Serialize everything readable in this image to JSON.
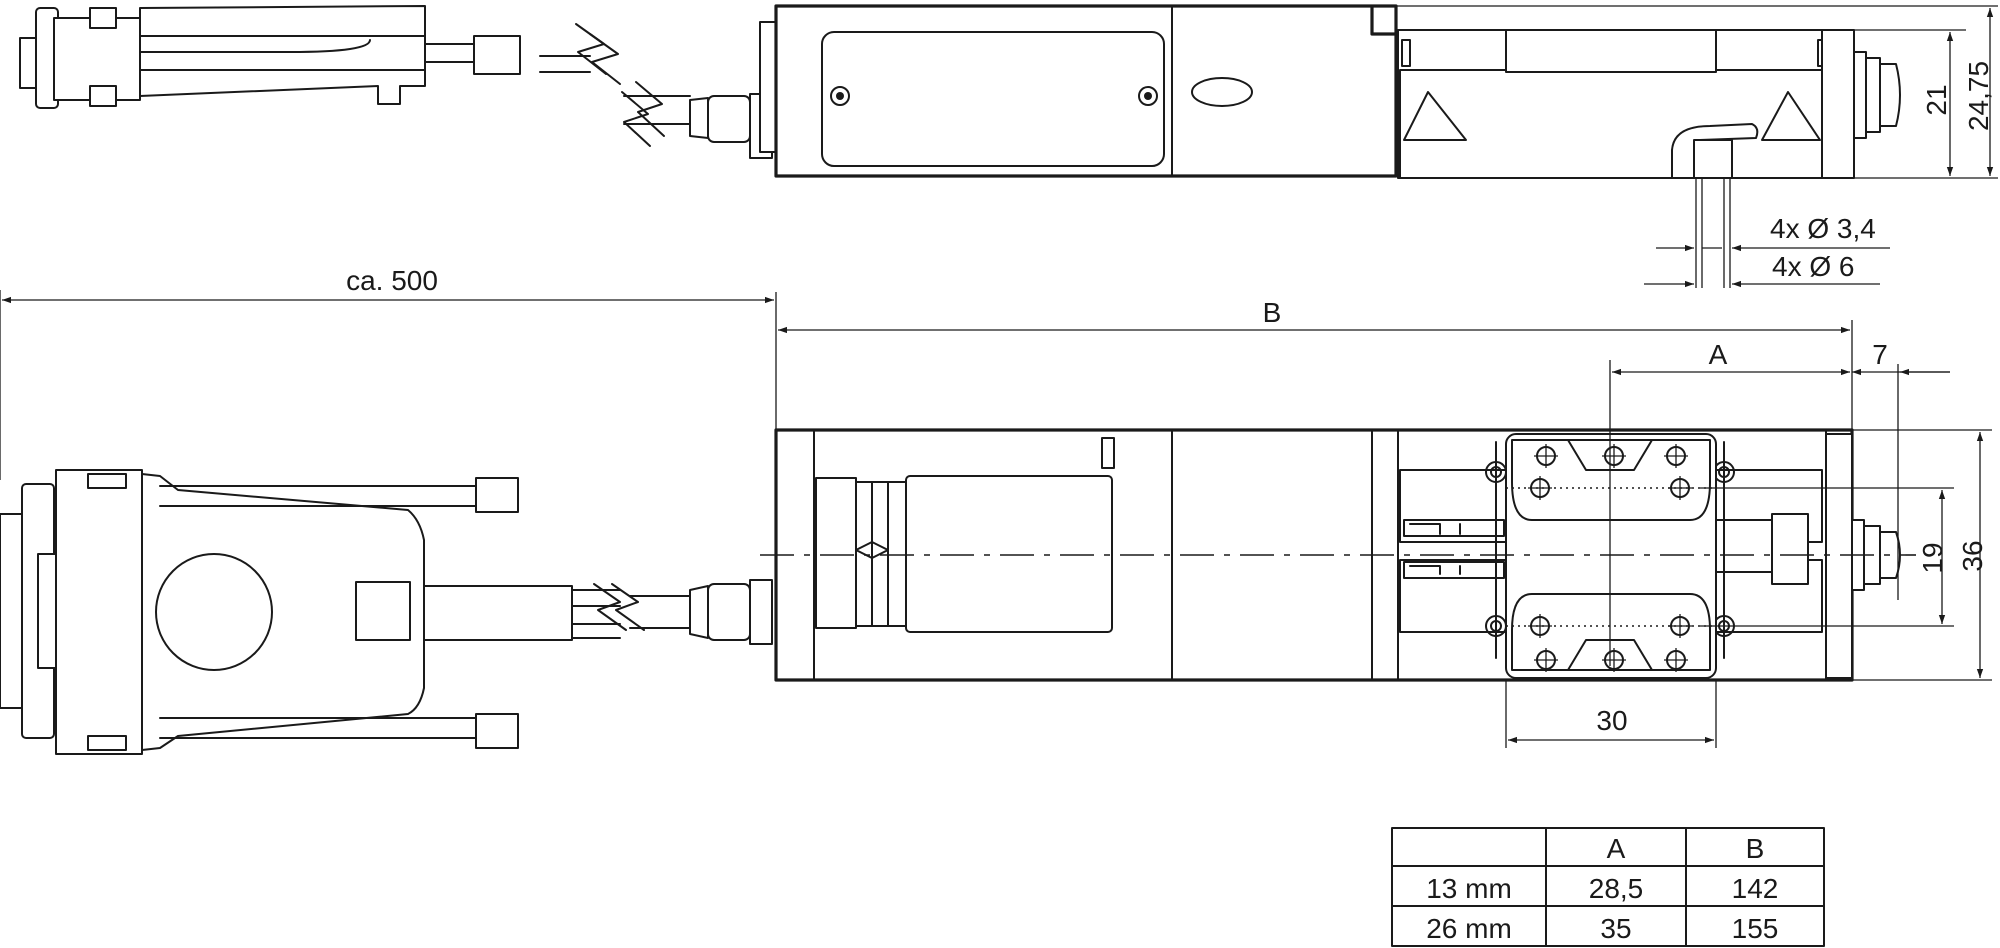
{
  "dimensions": {
    "cable_length": "ca. 500",
    "length_b": "B",
    "length_a": "A",
    "offset_7": "7",
    "height_21": "21",
    "height_24_75": "24,75",
    "width_36": "36",
    "width_19": "19",
    "width_30": "30",
    "hole_small": "4x  Ø 3,4",
    "hole_large": "4x  Ø 6"
  },
  "table": {
    "headers": [
      "",
      "A",
      "B"
    ],
    "rows": [
      [
        "13 mm",
        "28,5",
        "142"
      ],
      [
        "26 mm",
        "35",
        "155"
      ]
    ]
  }
}
